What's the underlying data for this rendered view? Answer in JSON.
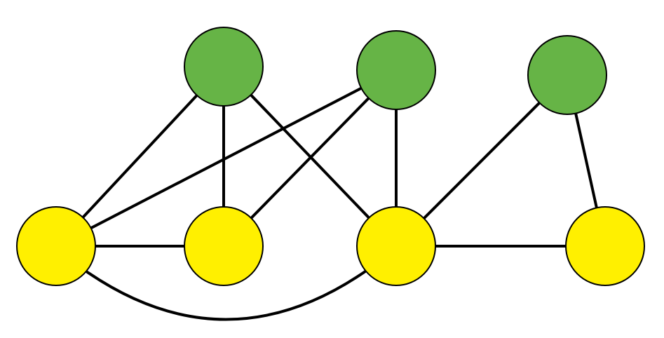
{
  "graph": {
    "colors": {
      "top_node_fill": "#66b446",
      "bottom_node_fill": "#fff000",
      "node_stroke": "#000000",
      "edge_stroke": "#000000",
      "background": "#ffffff"
    },
    "nodes": [
      {
        "id": "top-1",
        "group": "top"
      },
      {
        "id": "top-2",
        "group": "top"
      },
      {
        "id": "top-3",
        "group": "top"
      },
      {
        "id": "bottom-1",
        "group": "bottom"
      },
      {
        "id": "bottom-2",
        "group": "bottom"
      },
      {
        "id": "bottom-3",
        "group": "bottom"
      },
      {
        "id": "bottom-4",
        "group": "bottom"
      }
    ],
    "edges": [
      {
        "id": "edge-top1-bottom1",
        "from": "top-1",
        "to": "bottom-1",
        "shape": "straight"
      },
      {
        "id": "edge-top1-bottom2",
        "from": "top-1",
        "to": "bottom-2",
        "shape": "straight"
      },
      {
        "id": "edge-top1-bottom3",
        "from": "top-1",
        "to": "bottom-3",
        "shape": "straight"
      },
      {
        "id": "edge-top2-bottom1",
        "from": "top-2",
        "to": "bottom-1",
        "shape": "straight"
      },
      {
        "id": "edge-top2-bottom2",
        "from": "top-2",
        "to": "bottom-2",
        "shape": "straight"
      },
      {
        "id": "edge-top2-bottom3",
        "from": "top-2",
        "to": "bottom-3",
        "shape": "straight"
      },
      {
        "id": "edge-top3-bottom3",
        "from": "top-3",
        "to": "bottom-3",
        "shape": "straight"
      },
      {
        "id": "edge-top3-bottom4",
        "from": "top-3",
        "to": "bottom-4",
        "shape": "straight"
      },
      {
        "id": "edge-bottom1-bottom2",
        "from": "bottom-1",
        "to": "bottom-2",
        "shape": "straight"
      },
      {
        "id": "edge-bottom3-bottom4",
        "from": "bottom-3",
        "to": "bottom-4",
        "shape": "straight"
      },
      {
        "id": "edge-bottom1-bottom3",
        "from": "bottom-1",
        "to": "bottom-3",
        "shape": "curved"
      }
    ]
  }
}
